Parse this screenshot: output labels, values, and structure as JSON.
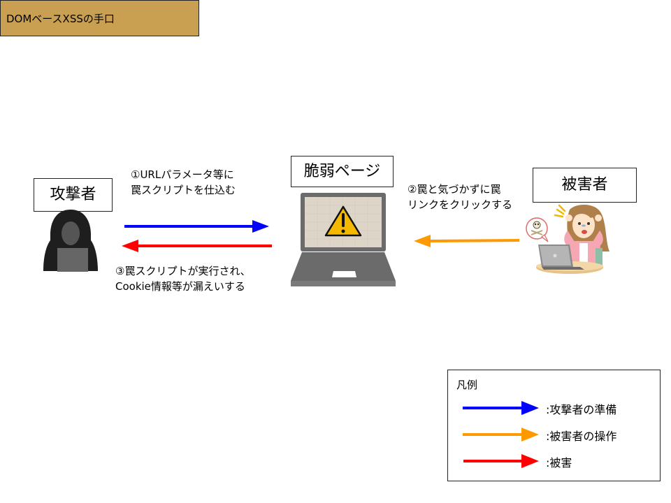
{
  "title": "DOMベースXSSの手口",
  "actors": {
    "attacker": {
      "label": "攻撃者",
      "icon": "hooded-hacker-icon"
    },
    "vulnerable_page": {
      "label": "脆弱ページ",
      "icon": "laptop-warning-icon"
    },
    "victim": {
      "label": "被害者",
      "icon": "distressed-woman-laptop-icon"
    }
  },
  "steps": {
    "step1": {
      "line1": "①URLパラメータ等に",
      "line2": "罠スクリプトを仕込む",
      "direction": "attacker-to-page",
      "color": "#0000ff"
    },
    "step2": {
      "line1": "②罠と気づかずに罠",
      "line2": "リンクをクリックする",
      "direction": "victim-to-page",
      "color": "#ff9900"
    },
    "step3": {
      "line1": "③罠スクリプトが実行され、",
      "line2": "Cookie情報等が漏えいする",
      "direction": "page-to-attacker",
      "color": "#ff0000"
    }
  },
  "legend": {
    "title": "凡例",
    "items": [
      {
        "label": ":攻撃者の準備",
        "color": "#0000ff"
      },
      {
        "label": ":被害者の操作",
        "color": "#ff9900"
      },
      {
        "label": ":被害",
        "color": "#ff0000"
      }
    ]
  },
  "colors": {
    "title_bg": "#c9a052",
    "attack_prep": "#0000ff",
    "victim_action": "#ff9900",
    "damage": "#ff0000",
    "warning": "#f5b800"
  }
}
